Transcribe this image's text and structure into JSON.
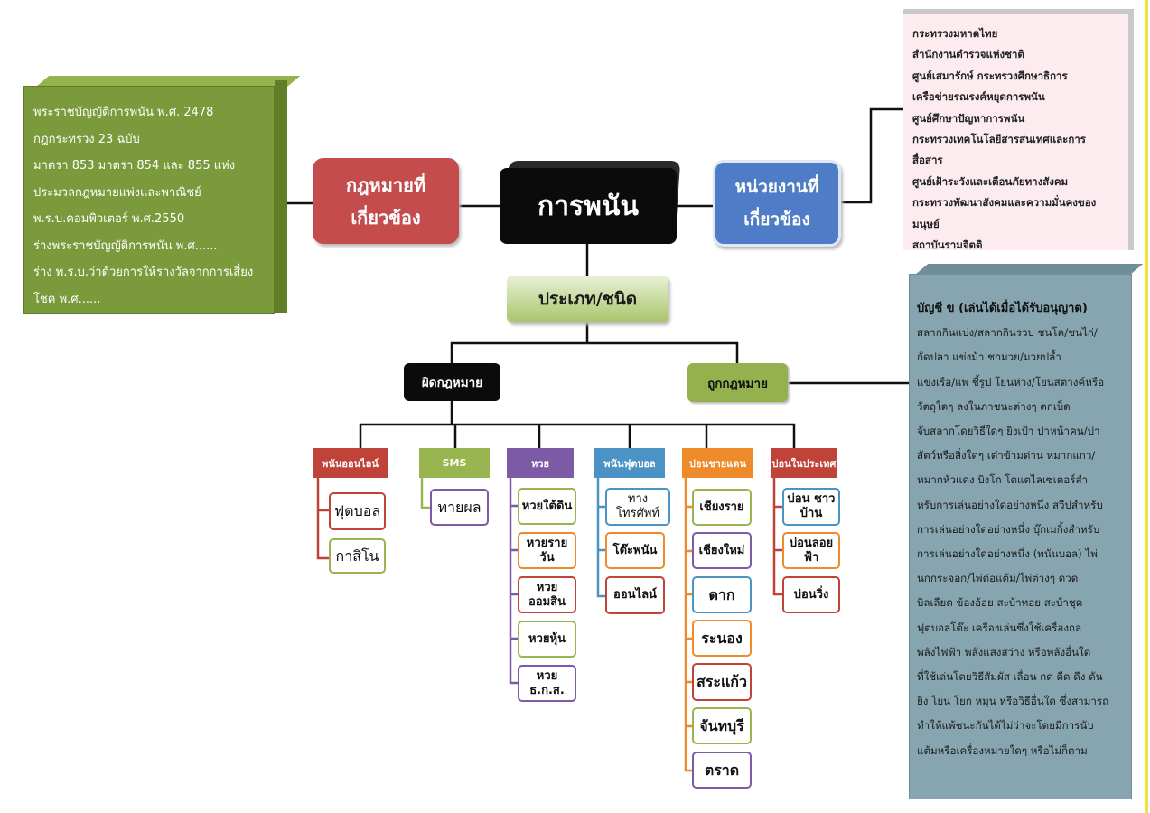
{
  "center": {
    "title": "การพนัน"
  },
  "laws": {
    "title_line1": "กฎหมายที่",
    "title_line2": "เกี่ยวข้อง",
    "items": [
      "พระราชบัญญัติการพนัน พ.ศ. 2478",
      "กฎกระทรวง 23 ฉบับ",
      "มาตรา 853 มาตรา 854 และ 855 แห่ง",
      "ประมวลกฎหมายแพ่งและพาณิชย์",
      "พ.ร.บ.คอมพิวเตอร์ พ.ศ.2550",
      "ร่างพระราชบัญญัติการพนัน พ.ศ......",
      "ร่าง พ.ร.บ.ว่าด้วยการให้รางวัลจากการเสี่ยง",
      "โชค พ.ศ......"
    ]
  },
  "agencies": {
    "title_line1": "หน่วยงานที่",
    "title_line2": "เกี่ยวข้อง",
    "items": [
      "กระทรวงมหาดไทย",
      "สำนักงานตำรวจแห่งชาติ",
      "ศูนย์เสมารักษ์ กระทรวงศึกษาธิการ",
      "เครือข่ายรณรงค์หยุดการพนัน",
      "ศูนย์ศึกษาปัญหาการพนัน",
      "กระทรวงเทคโนโลยีสารสนเทศและการ",
      "สื่อสาร",
      "ศูนย์เฝ้าระวังและเตือนภัยทางสังคม",
      "กระทรวงพัฒนาสังคมและความมั่นคงของ",
      "มนุษย์",
      "สถาบันรามจิตติ"
    ]
  },
  "types": {
    "title": "ประเภท/ชนิด",
    "illegal": "ผิดกฎหมาย",
    "legal": "ถูกกฎหมาย"
  },
  "legal_detail": {
    "title": "บัญชี ข (เล่นได้เมื่อได้รับอนุญาต)",
    "lines": [
      "สลากกินแบ่ง/สลากกินรวบ ชนโค/ชนไก่/",
      "กัดปลา แข่งม้า ชกมวย/มวยปล้ำ",
      "แข่งเรือ/แพ ชี้รูป โยนห่วง/โยนสตางค์หรือ",
      "วัตถุใดๆ ลงในภาชนะต่างๆ ตกเบ็ด",
      "จับสลากโดยวิธีใดๆ ยิงเป้า ปาหน้าคน/ปา",
      "สัตว์หรือสิ่งใดๆ เต๋าข้ามด่าน หมากแกว/",
      "หมากหัวแดง บิงโก โตแตไลเซเตอร์สำ",
      "หรับการเล่นอย่างใดอย่างหนึ่ง สวีปสำหรับ",
      "การเล่นอย่างใดอย่างหนึ่ง บุ๊กเมกิ้งสำหรับ",
      "การเล่นอย่างใดอย่างหนึ่ง (พนันบอล) ไพ่",
      "นกกระจอก/ไพ่ต่อแต้ม/ไพ่ต่างๆ ดวด",
      "บิลเลียด ข้องอ้อย สะบ้าทอย สะบ้าชุด",
      "ฟุตบอลโต๊ะ เครื่องเล่นซึ่งใช้เครื่องกล",
      "พลังไฟฟ้า พลังแสงสว่าง หรือพลังอื่นใด",
      "ที่ใช้เล่นโดยวิธีสัมผัส เลื่อน กด ดีด ดึง ดัน",
      "ยิง โยน โยก หมุน หรือวิธีอื่นใด ซึ่งสามารถ",
      "ทำให้แพ้ชนะกันได้ไม่ว่าจะโดยมีการนับ",
      "แต้มหรือเครื่องหมายใดๆ หรือไม่ก็ตาม"
    ]
  },
  "categories": [
    {
      "label": "พนันออนไลน์",
      "color": "#c0433a",
      "children": [
        "ฟุตบอล",
        "กาสิโน"
      ]
    },
    {
      "label": "SMS",
      "color": "#98b54f",
      "children": [
        "ทายผล"
      ]
    },
    {
      "label": "หวย",
      "color": "#7d5aa6",
      "children": [
        "หวยใต้ดิน",
        "หวยรายวัน",
        "หวย ออมสิน",
        "หวยหุ้น",
        "หวย ธ.ก.ส."
      ]
    },
    {
      "label": "พนันฟุตบอล",
      "color": "#4a93c4",
      "children": [
        "ทาง โทรศัพท์",
        "โต๊ะพนัน",
        "ออนไลน์"
      ]
    },
    {
      "label": "บ่อนชายแดน",
      "color": "#ed8a2a",
      "children": [
        "เชียงราย",
        "เชียงใหม่",
        "ตาก",
        "ระนอง",
        "สระแก้ว",
        "จันทบุรี",
        "ตราด"
      ]
    },
    {
      "label": "บ่อนในประเทศ",
      "color": "#c0433a",
      "children": [
        "บ่อน ชาวบ้าน",
        "บ่อนลอย ฟ้า",
        "บ่อนวิ่ง"
      ]
    }
  ]
}
